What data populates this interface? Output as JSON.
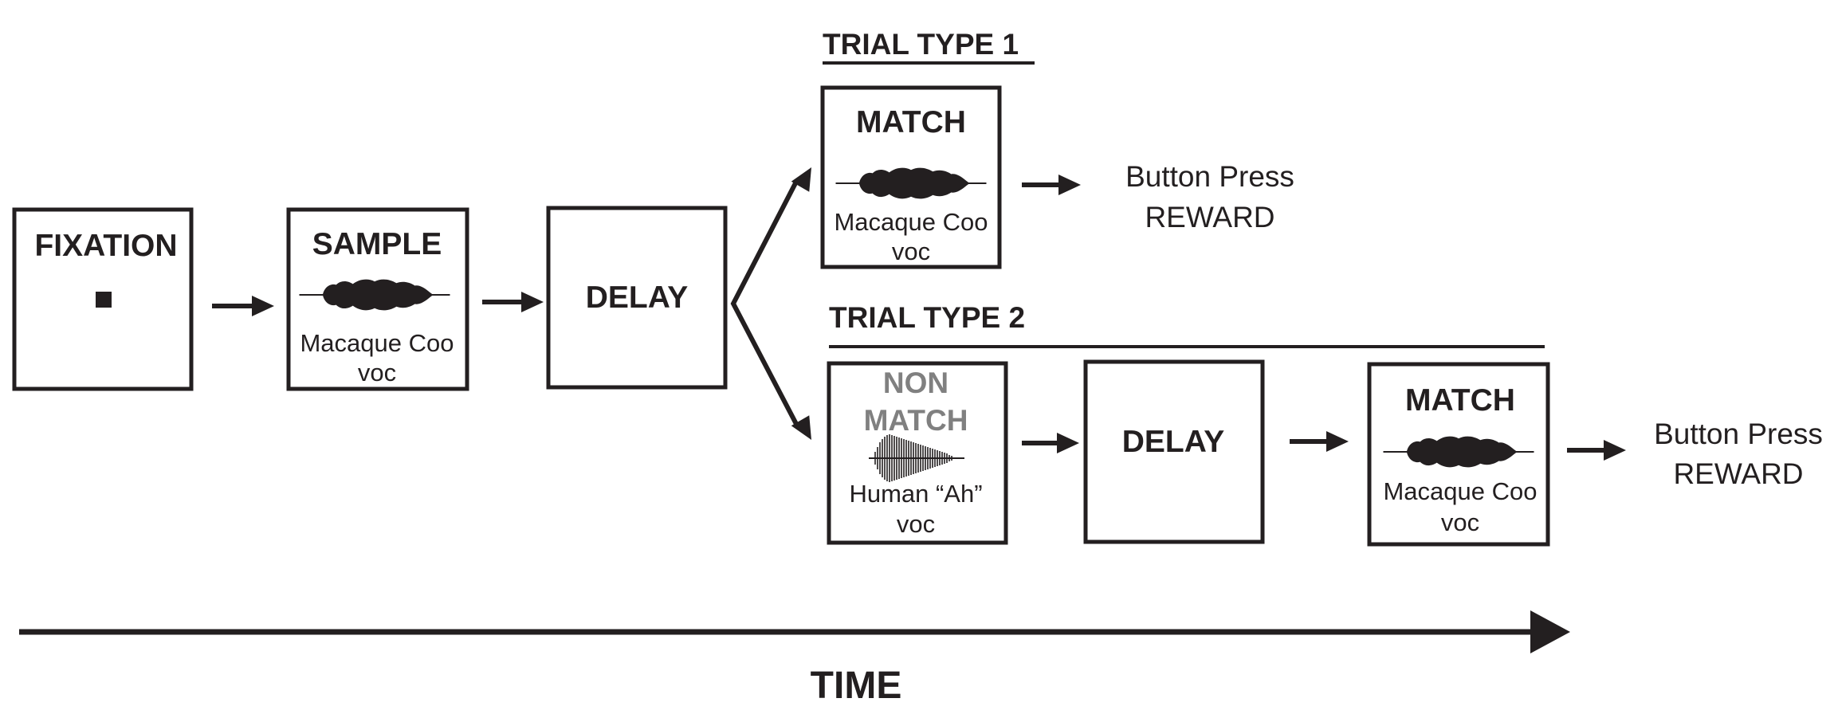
{
  "fixation": {
    "title": "FIXATION"
  },
  "sample": {
    "title": "SAMPLE",
    "caption_line1": "Macaque Coo",
    "caption_line2": "voc"
  },
  "delay1": {
    "title": "DELAY"
  },
  "trial1": {
    "heading": "TRIAL TYPE 1",
    "match": {
      "title": "MATCH",
      "caption_line1": "Macaque Coo",
      "caption_line2": "voc"
    },
    "outcome_line1": "Button Press",
    "outcome_line2": "REWARD"
  },
  "trial2": {
    "heading": "TRIAL TYPE 2",
    "nonmatch": {
      "title_line1": "NON",
      "title_line2": "MATCH",
      "caption_line1": "Human “Ah”",
      "caption_line2": "voc"
    },
    "delay": {
      "title": "DELAY"
    },
    "match": {
      "title": "MATCH",
      "caption_line1": "Macaque Coo",
      "caption_line2": "voc"
    },
    "outcome_line1": "Button Press",
    "outcome_line2": "REWARD"
  },
  "time_axis": {
    "label": "TIME"
  },
  "colors": {
    "ink": "#231f20",
    "nonmatch_title": "#808080"
  },
  "icons": {
    "coo": "coo-waveform-icon",
    "ah": "ah-waveform-icon"
  }
}
